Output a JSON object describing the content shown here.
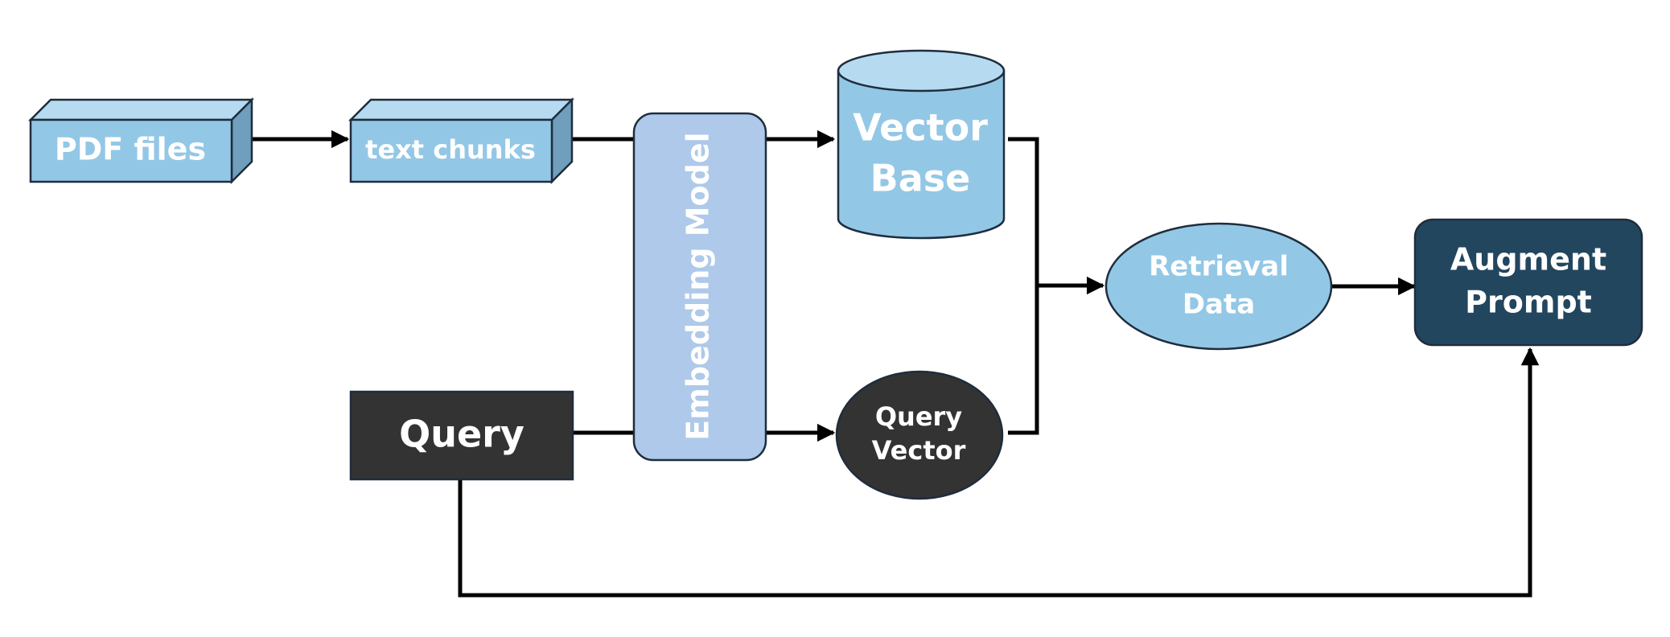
{
  "diagram": {
    "nodes": {
      "pdf_files": {
        "label": "PDF files"
      },
      "text_chunks": {
        "label": "text chunks"
      },
      "embedding_model": {
        "label": "Embedding Model"
      },
      "vector_base": {
        "line1": "Vector",
        "line2": "Base"
      },
      "query": {
        "label": "Query"
      },
      "query_vector": {
        "line1": "Query",
        "line2": "Vector"
      },
      "retrieval_data": {
        "line1": "Retrieval",
        "line2": "Data"
      },
      "augment_prompt": {
        "line1": "Augment",
        "line2": "Prompt"
      }
    },
    "colors": {
      "light_blue_front": "#93c7e6",
      "light_blue_top": "#b6dbf1",
      "light_blue_side": "#6f9fbc",
      "embedding_fill": "#aec9e9",
      "dark_gray": "#333333",
      "navy": "#23465f",
      "stroke": "#1f2d3d",
      "arrow": "#000000"
    }
  }
}
